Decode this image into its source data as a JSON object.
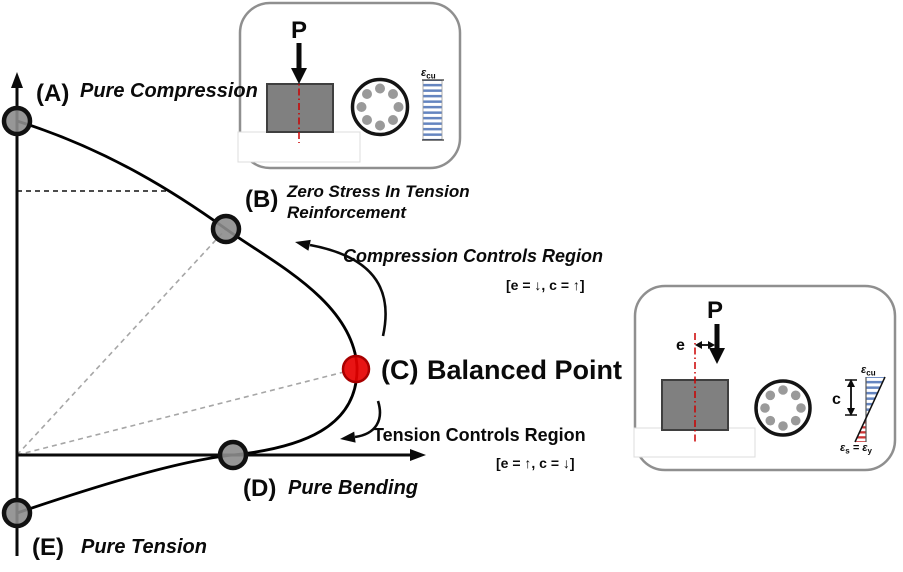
{
  "points": {
    "a": {
      "tag": "(A)",
      "label": "Pure Compression"
    },
    "b": {
      "tag": "(B)",
      "label_line1": "Zero Stress In Tension",
      "label_line2": "Reinforcement"
    },
    "c": {
      "tag": "(C)",
      "label": "Balanced Point"
    },
    "d": {
      "tag": "(D)",
      "label": "Pure Bending"
    },
    "e": {
      "tag": "(E)",
      "label": "Pure Tension"
    }
  },
  "regions": {
    "compression": {
      "label": "Compression Controls Region",
      "note": "[e = ↓, c = ↑]"
    },
    "tension": {
      "label": "Tension Controls Region",
      "note": "[e = ↑, c = ↓]"
    }
  },
  "inset_top": {
    "load_label": "P",
    "strain_symbol": "ε",
    "strain_sub": "cu"
  },
  "inset_right": {
    "load_label": "P",
    "eccentricity_label": "e",
    "neutral_axis_label": "c",
    "strain_top_symbol": "ε",
    "strain_top_sub": "cu",
    "strain_bottom_eps1": "ε",
    "strain_bottom_sub1": "s",
    "strain_bottom_equals": " = ",
    "strain_bottom_eps2": "ε",
    "strain_bottom_sub2": "y"
  },
  "colors": {
    "curve": "#000000",
    "marker_gray": "#8c8c8c",
    "marker_red": "#e60000",
    "marker_red_ring": "#a80000",
    "centerline_red": "#cc0000",
    "dashed_gray": "#a6a6a6",
    "inset_border": "#8f8f8f",
    "column_gray": "#808080",
    "strain_blue": "#6585c0",
    "strain_red": "#cc3333"
  }
}
